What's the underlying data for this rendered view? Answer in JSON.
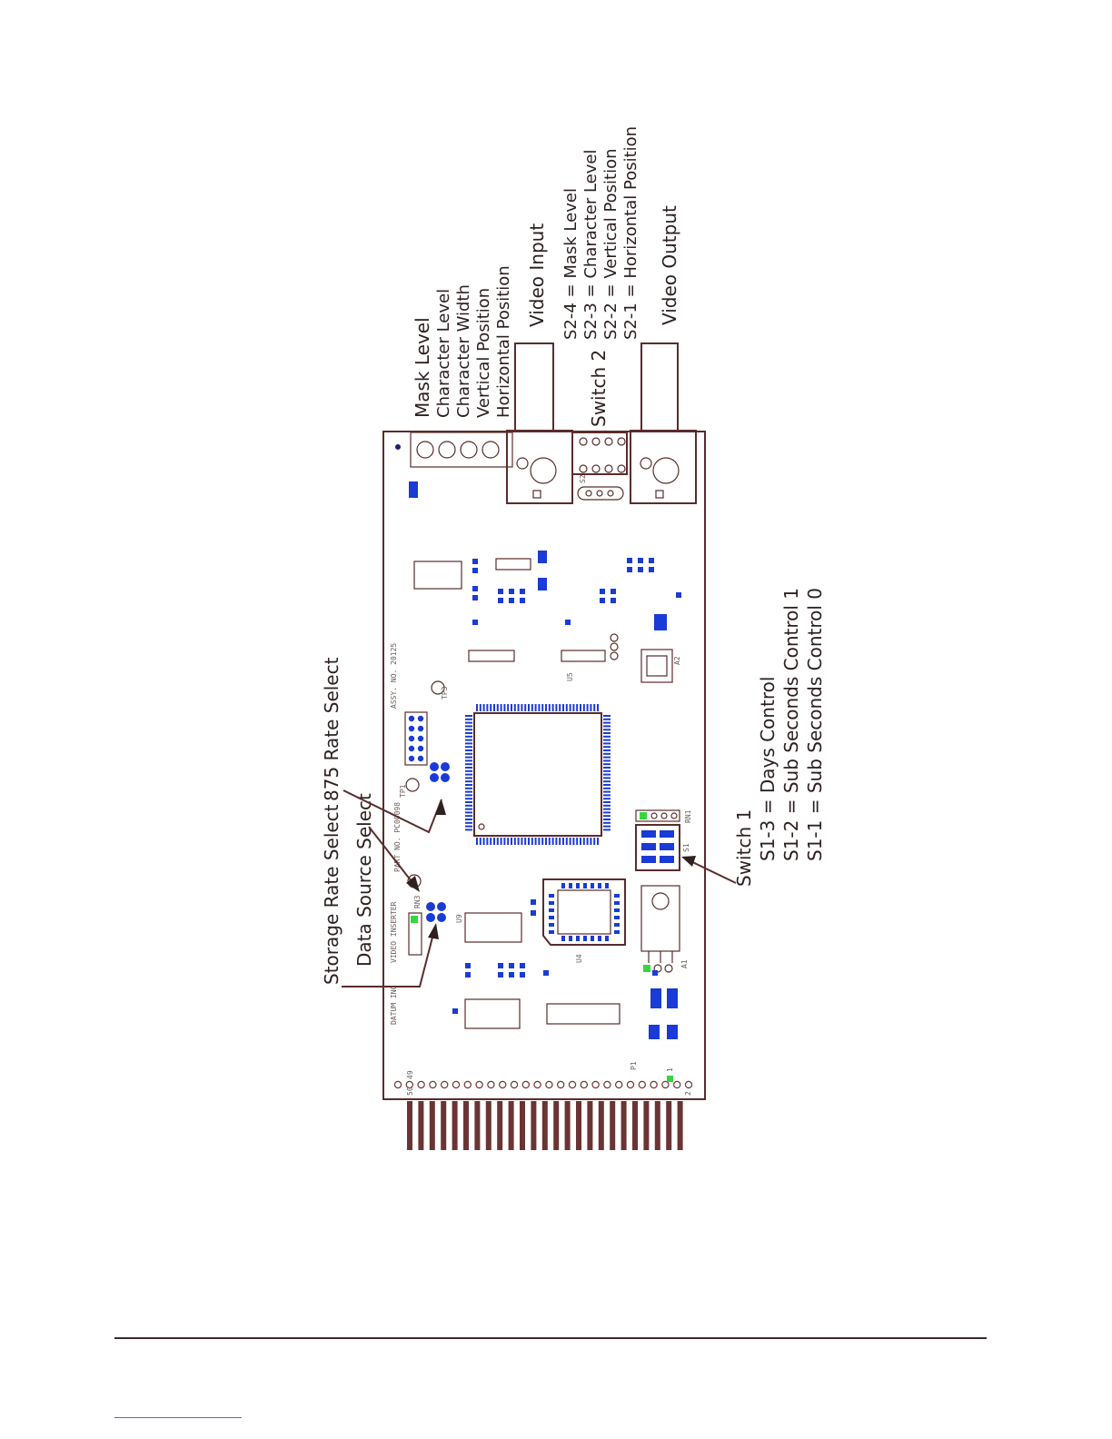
{
  "labels": {
    "mask_level": "Mask Level",
    "character_level": "Character Level",
    "character_width": "Character Width",
    "vertical_position": "Vertical Position",
    "horizontal_position": "Horizontal Position",
    "video_input": "Video Input",
    "switch2": "Switch 2",
    "s2_4": "S2-4 = Mask Level",
    "s2_3": "S2-3 = Character Level",
    "s2_2": "S2-2 = Vertical Position",
    "s2_1": "S2-1 = Horizontal Position",
    "video_output": "Video Output",
    "storage_rate_select": "Storage Rate Select",
    "rate_875_select": "875 Rate Select",
    "data_source_select": "Data Source Select",
    "switch1": "Switch 1",
    "s1_3": "S1-3 = Days Control",
    "s1_2": "S1-2 = Sub Seconds Control 1",
    "s1_1": "S1-1 = Sub Seconds Control 0"
  },
  "silkscreen": {
    "datum": "DATUM INC",
    "video_inserter": "VIDEO INSERTER",
    "assy": "ASSY. NO. 20125",
    "part": "PART NO. PC00098",
    "tp1": "TP1",
    "tp3": "TP3",
    "pin50": "50",
    "pin49": "49",
    "pin2": "2",
    "pin1": "1",
    "p1": "P1",
    "u4": "U4",
    "u5": "U5",
    "u9": "U9",
    "a1": "A1",
    "a2": "A2",
    "s1": "S1",
    "s2": "S2",
    "rn1": "RN1",
    "rn3": "RN3"
  },
  "colors": {
    "ink": "#5a2c2c",
    "component_blue": "#1a3bd6",
    "led_green": "#37d640"
  }
}
